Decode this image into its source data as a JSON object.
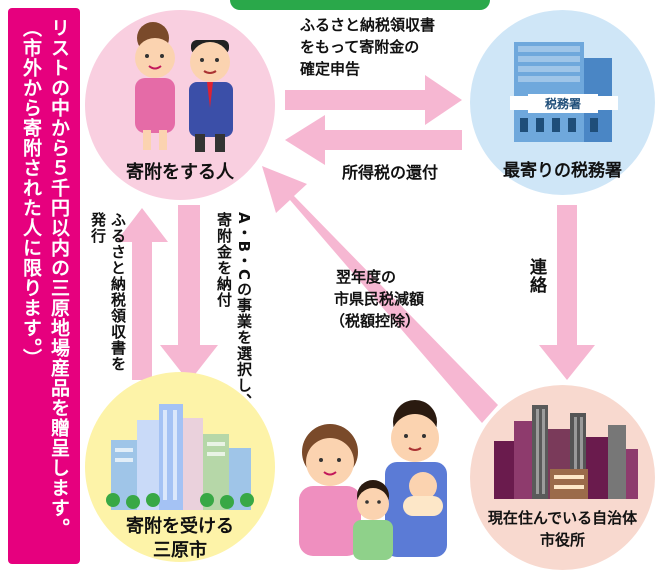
{
  "side_note": {
    "line1": "リストの中から５千円以内の三原地場産品を贈呈します。",
    "line2": "（市外から寄附された人に限ります。）"
  },
  "nodes": {
    "donor": {
      "label": "寄附をする人"
    },
    "tax_office": {
      "label": "最寄りの税務署",
      "sign": "税務署"
    },
    "city": {
      "label_line1": "寄附を受ける",
      "label_line2": "三原市"
    },
    "local_gov": {
      "label_line1": "現在住んでいる自治体",
      "label_line2": "市役所"
    }
  },
  "flows": {
    "tax_return": {
      "line1": "ふるさと納税領収書",
      "line2": "をもって寄附金の",
      "line3": "確定申告"
    },
    "refund": {
      "text": "所得税の還付"
    },
    "contact": {
      "text": "連絡"
    },
    "reduction": {
      "line1": "翌年度の",
      "line2": "市県民税減額",
      "line3": "（税額控除）"
    },
    "select_pay": {
      "text": "A・B・Cの事業を選択し、寄附金を納付"
    },
    "receipt": {
      "text": "ふるさと納税領収書を発行"
    }
  },
  "colors": {
    "accent": "#e6007e",
    "arrow": "#f6b7d2",
    "donor_circle": "#f9cfe0",
    "tax_circle": "#cfe6f7",
    "city_circle": "#fdf3a8",
    "gov_circle": "#f8d9cf",
    "top_banner": "#2aa84a"
  }
}
